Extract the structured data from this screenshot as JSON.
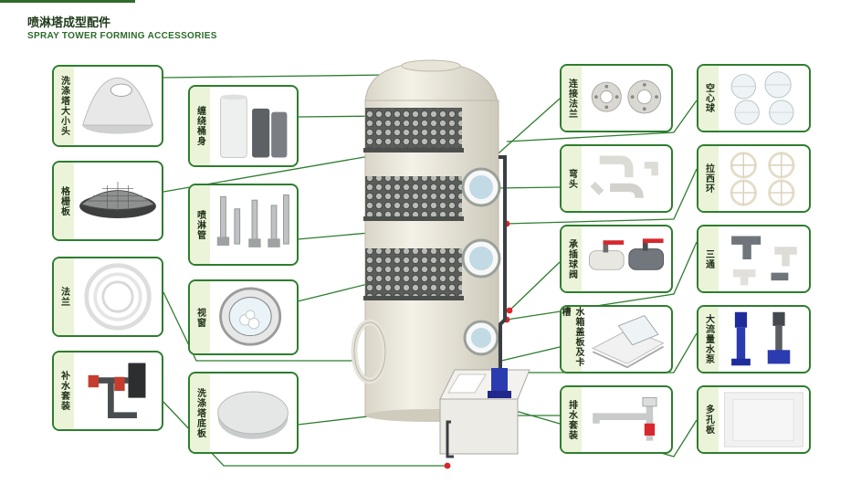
{
  "header": {
    "title_cn": "喷淋塔成型配件",
    "title_en": "SPRAY TOWER FORMING ACCESSORIES"
  },
  "colors": {
    "accent_green": "#2e7d2e",
    "label_bg": "#ebf4d9",
    "marker_red": "#d8262b",
    "tower_body": "#eeeae0"
  },
  "labels": {
    "washing_tower_reducer": "洗涤塔大小头",
    "grating_plate": "格栅板",
    "flange_left": "法兰",
    "water_supply_kit": "补水套装",
    "wound_barrel": "缠绕桶身",
    "spray_pipe": "喷淋管",
    "sight_window": "视窗",
    "tower_bottom_plate": "洗涤塔底板",
    "connecting_flange": "连接法兰",
    "elbow": "弯头",
    "socket_ball_valve": "承插球阀",
    "tank_cover": "水箱盖板及卡槽",
    "drain_kit": "排水套装",
    "hollow_ball": "空心球",
    "raschig_ring": "拉西环",
    "tee": "三通",
    "large_flow_pump": "大流量水泵",
    "perforated_plate": "多孔板"
  }
}
